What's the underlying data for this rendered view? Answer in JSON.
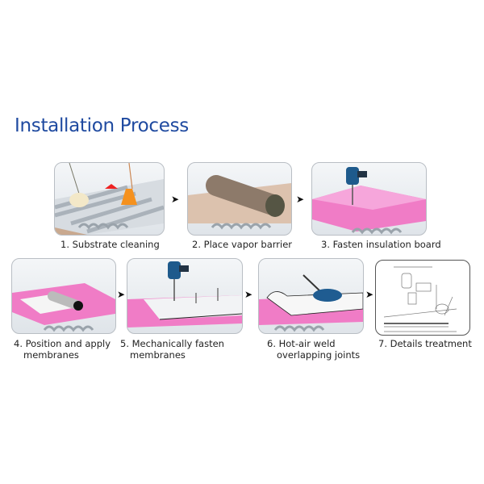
{
  "title": "Installation Process",
  "steps": [
    {
      "label": "1. Substrate cleaning",
      "line2": "",
      "icon": "cleaning-illustration"
    },
    {
      "label": "2. Place vapor barrier",
      "line2": "",
      "icon": "vapor-barrier-roll-illustration"
    },
    {
      "label": "3. Fasten insulation board",
      "line2": "",
      "icon": "drill-insulation-illustration"
    },
    {
      "label": "4. Position and apply",
      "line2": "membranes",
      "icon": "membrane-roll-illustration"
    },
    {
      "label": "5. Mechanically fasten",
      "line2": "membranes",
      "icon": "drill-fasten-illustration"
    },
    {
      "label": "6. Hot-air weld",
      "line2": "overlapping joints",
      "icon": "hot-air-welder-illustration"
    },
    {
      "label": "7. Details treatment",
      "line2": "",
      "icon": "technical-drawing-illustration"
    }
  ],
  "arrow_glyph": "➤",
  "colors": {
    "title": "#1f4aa0",
    "insulation_pink": "#f06fc0",
    "metal": "#c9cfd6",
    "vapor": "#c9a98f"
  }
}
